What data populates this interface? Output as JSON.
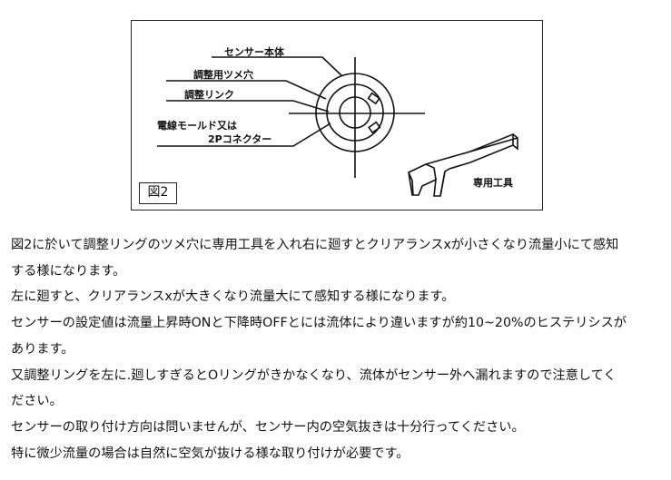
{
  "figure": {
    "labels": {
      "sensor_body": "センサー本体",
      "adjust_claw_hole": "調整用ツメ穴",
      "adjust_ring": "調整リンク",
      "cable_line1": "電線モールド又は",
      "cable_line2": "2Pコネクター",
      "tool": "専用工具"
    },
    "number": "図2"
  },
  "paragraphs": [
    "図2に於いて調整リングのツメ穴に専用工具を入れ右に廻すとクリアランスxが小さくなり流量小にて感知",
    "する様になります。",
    "左に廻すと、クリアランスxが大きくなり流量大にて感知する様になります。",
    "センサーの設定値は流量上昇時ONと下降時OFFとには流体により違いますが約10~20%のヒステリシスが",
    "あります。",
    "又調整リングを左に.廻しすぎるとOリングがきかなくなり、流体がセンサー外へ漏れますので注意してく",
    "ださい。",
    "センサーの取り付け方向は問いませんが、センサー内の空気抜きは十分行ってください。",
    "特に微少流量の場合は自然に空気が抜ける様な取り付けが必要です。"
  ]
}
